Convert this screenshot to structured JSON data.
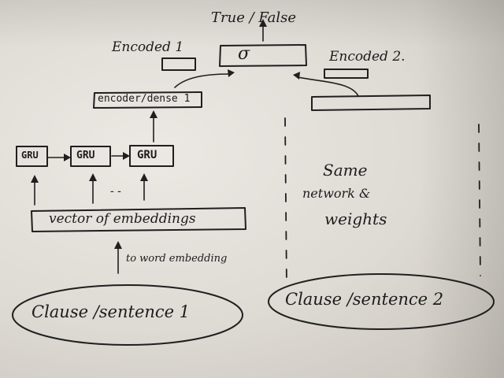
{
  "diagram": {
    "output_label": "True / False",
    "encoded_left_label": "Encoded 1",
    "encoded_right_label": "Encoded 2.",
    "sigma_symbol": "σ",
    "dense_layer_label": "encoder/dense 1",
    "gru_cells": [
      "GRU",
      "GRU",
      "GRU"
    ],
    "gru_ellipsis": "- -",
    "embeddings_label": "vector of embeddings",
    "word_embedding_label": "to word embedding",
    "same_network_note": [
      "Same",
      "network &",
      "weights"
    ],
    "input_left_label": "Clause /sentence 1",
    "input_right_label": "Clause /sentence 2"
  }
}
